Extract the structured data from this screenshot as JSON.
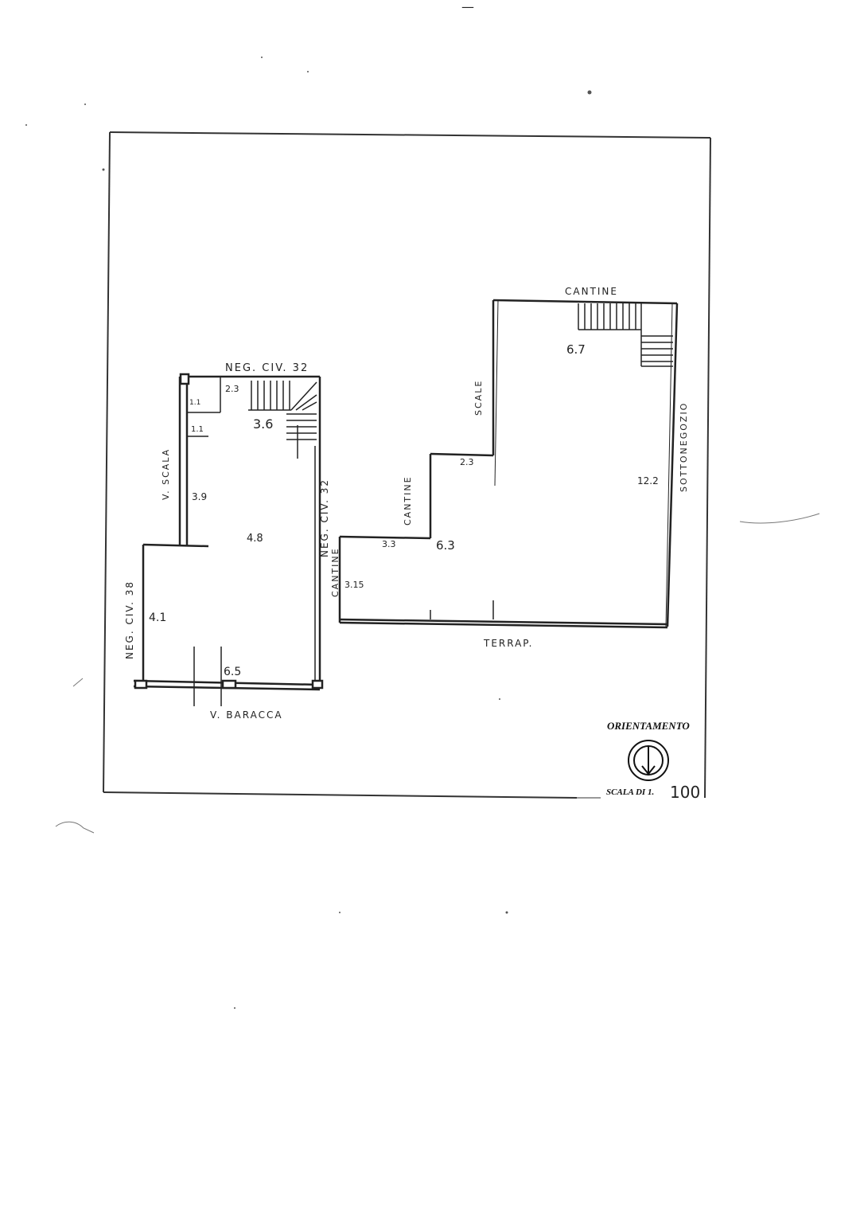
{
  "top_mark": "—",
  "plan_left": {
    "top_label": "NEG. CIV. 32",
    "right_label": "NEG. CIV. 32",
    "left_label": "NEG. CIV. 38",
    "stair_label": "V. SCALA",
    "bottom_label": "V. BARACCA",
    "dims": {
      "top_small": "2.3",
      "tiny": "1.1",
      "tiny2": "1.1",
      "stair_width": "3.6",
      "stair_len": "3.9",
      "depth": "4.8",
      "left_depth": "4.1",
      "front_width": "6.5"
    }
  },
  "plan_right": {
    "top_label": "CANTINE",
    "scale_label": "SCALE",
    "mid_label": "CANTINE",
    "left_label": "CANTINE",
    "right_label": "SOTTONEGOZIO",
    "bottom_label": "TERRAP.",
    "dims": {
      "top_width": "6.7",
      "step_width": "2.3",
      "right_depth": "12.2",
      "mid_step": "3.3",
      "mid_depth": "6.3",
      "left_small": "3.15"
    }
  },
  "legend": {
    "orientation_title": "ORIENTAMENTO",
    "scale_prefix": "SCALA DI 1.",
    "scale_value": "100"
  }
}
